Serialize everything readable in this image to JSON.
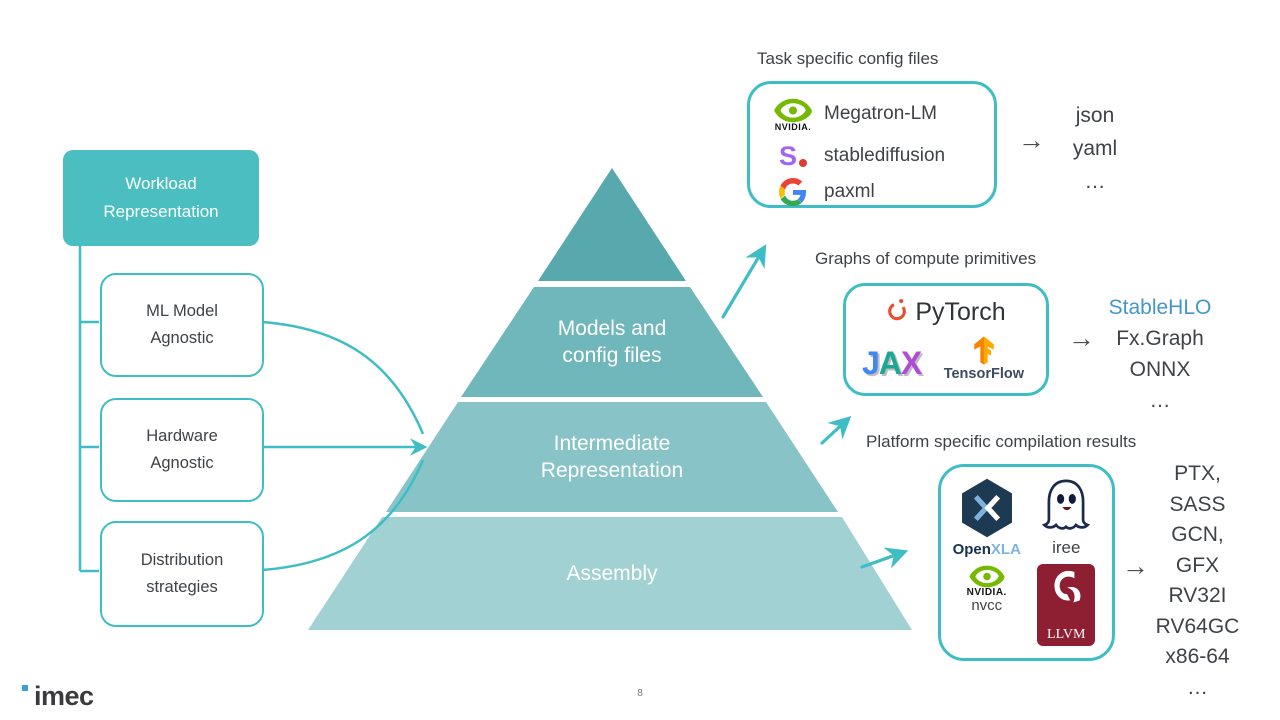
{
  "colors": {
    "accent_teal": "#3FBDC5",
    "workload_fill": "#4ABEC0",
    "pyramid_layers": [
      "#58A9AE",
      "#6FB7BB",
      "#88C4C7",
      "#A2D1D3"
    ],
    "stablehlo_blue": "#4596C7",
    "text_dark": "#3F4347"
  },
  "left_panel": {
    "workload_label": "Workload\nRepresentation",
    "boxes": [
      {
        "label": "ML Model\nAgnostic"
      },
      {
        "label": "Hardware\nAgnostic"
      },
      {
        "label": "Distribution\nstrategies"
      }
    ]
  },
  "pyramid": {
    "layers": [
      {
        "label": ""
      },
      {
        "label": "Models and\nconfig files"
      },
      {
        "label": "Intermediate\nRepresentation"
      },
      {
        "label": "Assembly"
      }
    ]
  },
  "groups": [
    {
      "heading": "Task specific config files",
      "arrow": "→",
      "items": [
        {
          "icon": "nvidia-logo",
          "wordmark": "NVIDIA.",
          "label": "Megatron-LM"
        },
        {
          "icon": "stability-ai-logo",
          "letter": "S",
          "label": "stablediffusion"
        },
        {
          "icon": "google-logo",
          "label": "paxml"
        }
      ],
      "outputs": [
        "json",
        "yaml",
        "…"
      ]
    },
    {
      "heading": "Graphs of compute primitives",
      "arrow": "→",
      "frameworks": {
        "pytorch": "PyTorch",
        "jax": [
          "J",
          "A",
          "X"
        ],
        "tensorflow": "TensorFlow"
      },
      "outputs": [
        "StableHLO",
        "Fx.Graph",
        "ONNX",
        "…"
      ]
    },
    {
      "heading": "Platform specific compilation results",
      "arrow": "→",
      "tools": {
        "openxla_part1": "Open",
        "openxla_part2": "XLA",
        "iree": "iree",
        "nvidia_wordmark": "NVIDIA.",
        "nvcc": "nvcc",
        "llvm": "LLVM"
      },
      "outputs": [
        "PTX,",
        "SASS",
        "GCN,",
        "GFX",
        "RV32I",
        "RV64GC",
        "x86-64",
        "…"
      ]
    }
  ],
  "footer": {
    "logo": "imec",
    "page_number": "8"
  }
}
